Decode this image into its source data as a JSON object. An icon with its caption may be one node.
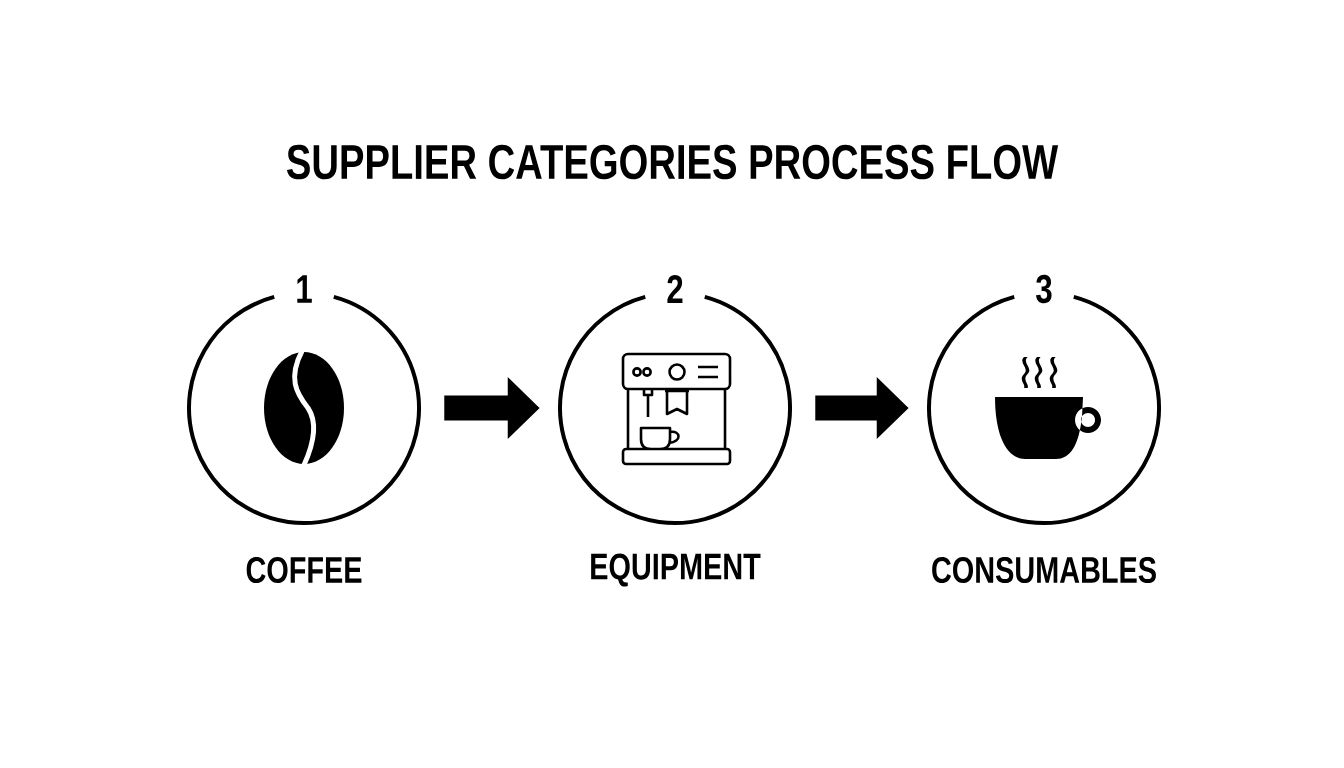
{
  "diagram": {
    "title": "SUPPLIER CATEGORIES PROCESS FLOW",
    "nodes": [
      {
        "text": [
          "1"
        ],
        "beside": [
          "COFFEE"
        ]
      },
      {
        "text": [
          "2"
        ],
        "beside": [
          "EQUIPMENT"
        ]
      },
      {
        "text": [
          "3"
        ],
        "beside": [
          "CONSUMABLES"
        ]
      }
    ],
    "edges": [
      {
        "from": 0,
        "to": 1,
        "arrow": "to"
      },
      {
        "from": 1,
        "to": 2,
        "arrow": "to"
      }
    ]
  }
}
